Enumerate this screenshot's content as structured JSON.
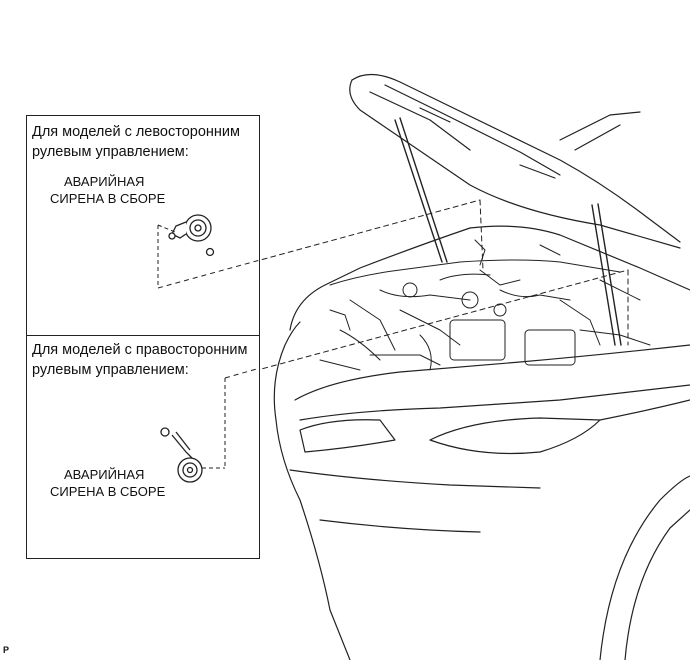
{
  "panel_lhd": {
    "caption_line1": "Для моделей с левосторонним",
    "caption_line2": "рулевым управлением:",
    "part_label_line1": "АВАРИЙНАЯ",
    "part_label_line2": "СИРЕНА В СБОРЕ"
  },
  "panel_rhd": {
    "caption_line1": "Для моделей с правосторонним",
    "caption_line2": "рулевым управлением:",
    "part_label_line1": "АВАРИЙНАЯ",
    "part_label_line2": "СИРЕНА В СБОРЕ"
  },
  "corner_code": "P"
}
